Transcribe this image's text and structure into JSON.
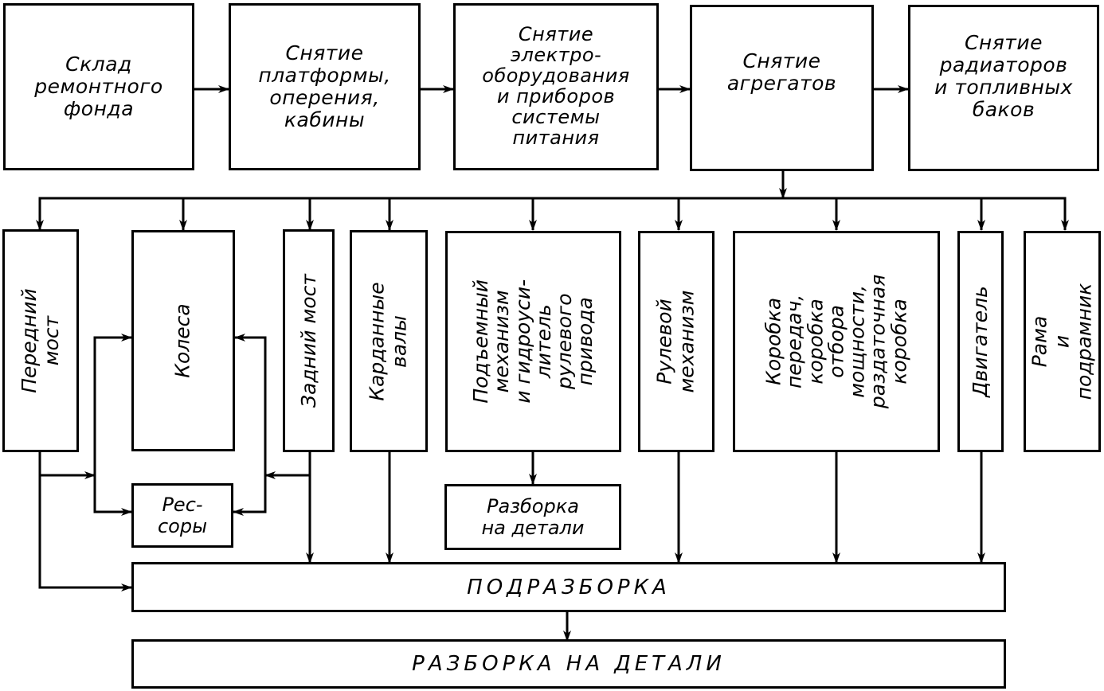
{
  "diagram": {
    "top_row": [
      {
        "id": "sklad",
        "label": "Склад\nремонтного\nфонда"
      },
      {
        "id": "platform",
        "label": "Снятие\nплатформы,\nоперения,\nкабины"
      },
      {
        "id": "electro",
        "label": "Снятие\nэлектро-\nоборудования\nи приборов\nсистемы\nпитания"
      },
      {
        "id": "aggregates",
        "label": "Снятие\nагрегатов"
      },
      {
        "id": "radiators",
        "label": "Снятие\nрадиаторов\nи топливных\nбаков"
      }
    ],
    "units_row": [
      {
        "id": "front-axle",
        "label": "Передний\nмост"
      },
      {
        "id": "wheels",
        "label": "Колеса"
      },
      {
        "id": "rear-axle",
        "label": "Задний мост"
      },
      {
        "id": "cardan",
        "label": "Карданные\nвалы"
      },
      {
        "id": "lift",
        "label": "Подъемный\nмеханизм\nи гидроуси-\nлитель\nрулевого\nпривода"
      },
      {
        "id": "steering",
        "label": "Рулевой\nмеханизм"
      },
      {
        "id": "gearbox",
        "label": "Коробка\nпередач,\nкоробка\nотбора\nмощности,\nраздаточная\nкоробка"
      },
      {
        "id": "engine",
        "label": "Двигатель"
      },
      {
        "id": "frame",
        "label": "Рама\nи подрамник"
      }
    ],
    "springs": {
      "label": "Рес-\nсоры"
    },
    "lift_disassembly": {
      "label": "Разборка\nна детали"
    },
    "subassembly": {
      "label": "ПОДРАЗБОРКА"
    },
    "final": {
      "label": "РАЗБОРКА НА ДЕТАЛИ"
    },
    "edges": [
      [
        "sklad",
        "platform"
      ],
      [
        "platform",
        "electro"
      ],
      [
        "electro",
        "aggregates"
      ],
      [
        "aggregates",
        "radiators"
      ],
      [
        "aggregates",
        "front-axle"
      ],
      [
        "aggregates",
        "wheels"
      ],
      [
        "aggregates",
        "rear-axle"
      ],
      [
        "aggregates",
        "cardan"
      ],
      [
        "aggregates",
        "lift"
      ],
      [
        "aggregates",
        "steering"
      ],
      [
        "aggregates",
        "gearbox"
      ],
      [
        "aggregates",
        "engine"
      ],
      [
        "aggregates",
        "frame"
      ],
      [
        "front-axle",
        "wheels"
      ],
      [
        "front-axle",
        "springs"
      ],
      [
        "rear-axle",
        "wheels"
      ],
      [
        "rear-axle",
        "springs"
      ],
      [
        "front-axle",
        "subassembly"
      ],
      [
        "rear-axle",
        "subassembly"
      ],
      [
        "cardan",
        "subassembly"
      ],
      [
        "lift",
        "lift_disassembly"
      ],
      [
        "steering",
        "subassembly"
      ],
      [
        "gearbox",
        "subassembly"
      ],
      [
        "engine",
        "subassembly"
      ],
      [
        "subassembly",
        "final"
      ]
    ]
  }
}
